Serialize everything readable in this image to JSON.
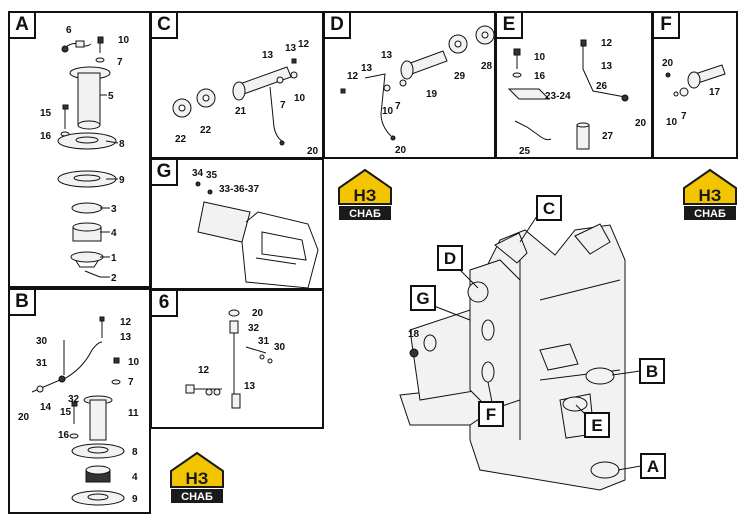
{
  "panels": {
    "A": {
      "tag": "A",
      "labels": {
        "l6": "6",
        "l10": "10",
        "l7": "7",
        "l5": "5",
        "l15": "15",
        "l16": "16",
        "l8": "8",
        "l9": "9",
        "l3": "3",
        "l4": "4",
        "l1": "1",
        "l2": "2"
      }
    },
    "B": {
      "tag": "B",
      "labels": {
        "l12": "12",
        "l13": "13",
        "l30": "30",
        "l31": "31",
        "l10": "10",
        "l7": "7",
        "l32": "32",
        "l20": "20",
        "l14": "14",
        "l15": "15",
        "l11": "11",
        "l16": "16",
        "l8": "8",
        "l4": "4",
        "l9": "9"
      }
    },
    "C": {
      "tag": "C",
      "labels": {
        "l13": "13",
        "l13b": "13",
        "l12": "12",
        "l7": "7",
        "l10": "10",
        "l21": "21",
        "l22a": "22",
        "l22b": "22",
        "l20": "20"
      }
    },
    "D": {
      "tag": "D",
      "labels": {
        "l13": "13",
        "l12": "12",
        "l13b": "13",
        "l10": "10",
        "l7": "7",
        "l19": "19",
        "l29": "29",
        "l28": "28",
        "l20": "20"
      }
    },
    "E": {
      "tag": "E",
      "labels": {
        "l10": "10",
        "l16": "16",
        "l12": "12",
        "l13": "13",
        "l26": "26",
        "l2324": "23-24",
        "l20": "20",
        "l25": "25",
        "l27": "27"
      }
    },
    "F": {
      "tag": "F",
      "labels": {
        "l20": "20",
        "l10": "10",
        "l7": "7",
        "l17": "17"
      }
    },
    "G": {
      "tag": "G",
      "labels": {
        "l34": "34",
        "l35": "35",
        "l3336": "33-36-37"
      }
    },
    "P6": {
      "tag": "6",
      "labels": {
        "l20": "20",
        "l32": "32",
        "l31": "31",
        "l30": "30",
        "l12": "12",
        "l13": "13"
      }
    }
  },
  "main": {
    "callouts": [
      "C",
      "D",
      "G",
      "B",
      "E",
      "F",
      "A"
    ],
    "label18": "18"
  },
  "logo": {
    "text": "СНАБ",
    "mark": "НЗ",
    "accent": "#f2c500",
    "dark": "#1a1a1a"
  }
}
